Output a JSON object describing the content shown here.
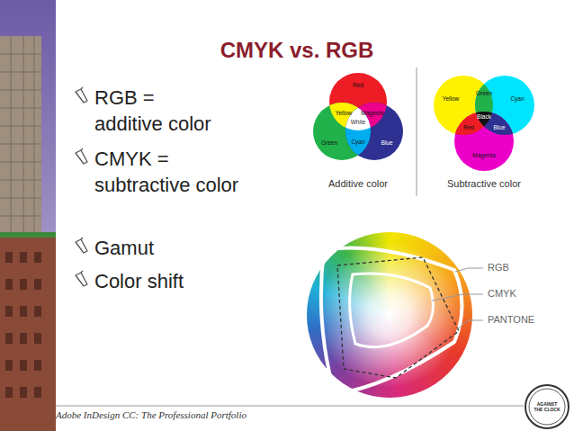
{
  "diagram": {
    "title": "CMYK vs. RGB",
    "labels": [
      "RGB = additive color",
      "CMYK = subtractive color",
      "Gamut",
      "Color shift",
      "Red",
      "Yellow",
      "Magenta",
      "White",
      "Cyan",
      "Green",
      "Blue",
      "Additive color",
      "Yellow",
      "Green",
      "Cyan",
      "Red",
      "Black",
      "Blue",
      "Magenta",
      "Subtractive color",
      "RGB",
      "CMYK",
      "PANTONE",
      "Adobe InDesign CC: The Professional Portfolio",
      "AGAINST THE CLOCK"
    ]
  }
}
